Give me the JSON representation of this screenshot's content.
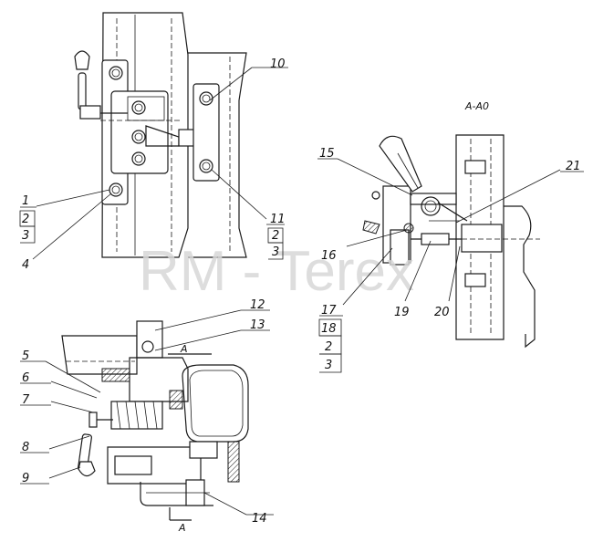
{
  "watermark": "RM - Terex",
  "section_title": "A-A0",
  "section_mark": "A",
  "callouts": {
    "c1": "1",
    "c2": "2",
    "c3": "3",
    "c4": "4",
    "c5": "5",
    "c6": "6",
    "c7": "7",
    "c8": "8",
    "c9": "9",
    "c10": "10",
    "c11": "11",
    "c12": "12",
    "c13": "13",
    "c14": "14",
    "c15": "15",
    "c16": "16",
    "c17": "17",
    "c18": "18",
    "c19": "19",
    "c20": "20",
    "c21": "21"
  }
}
